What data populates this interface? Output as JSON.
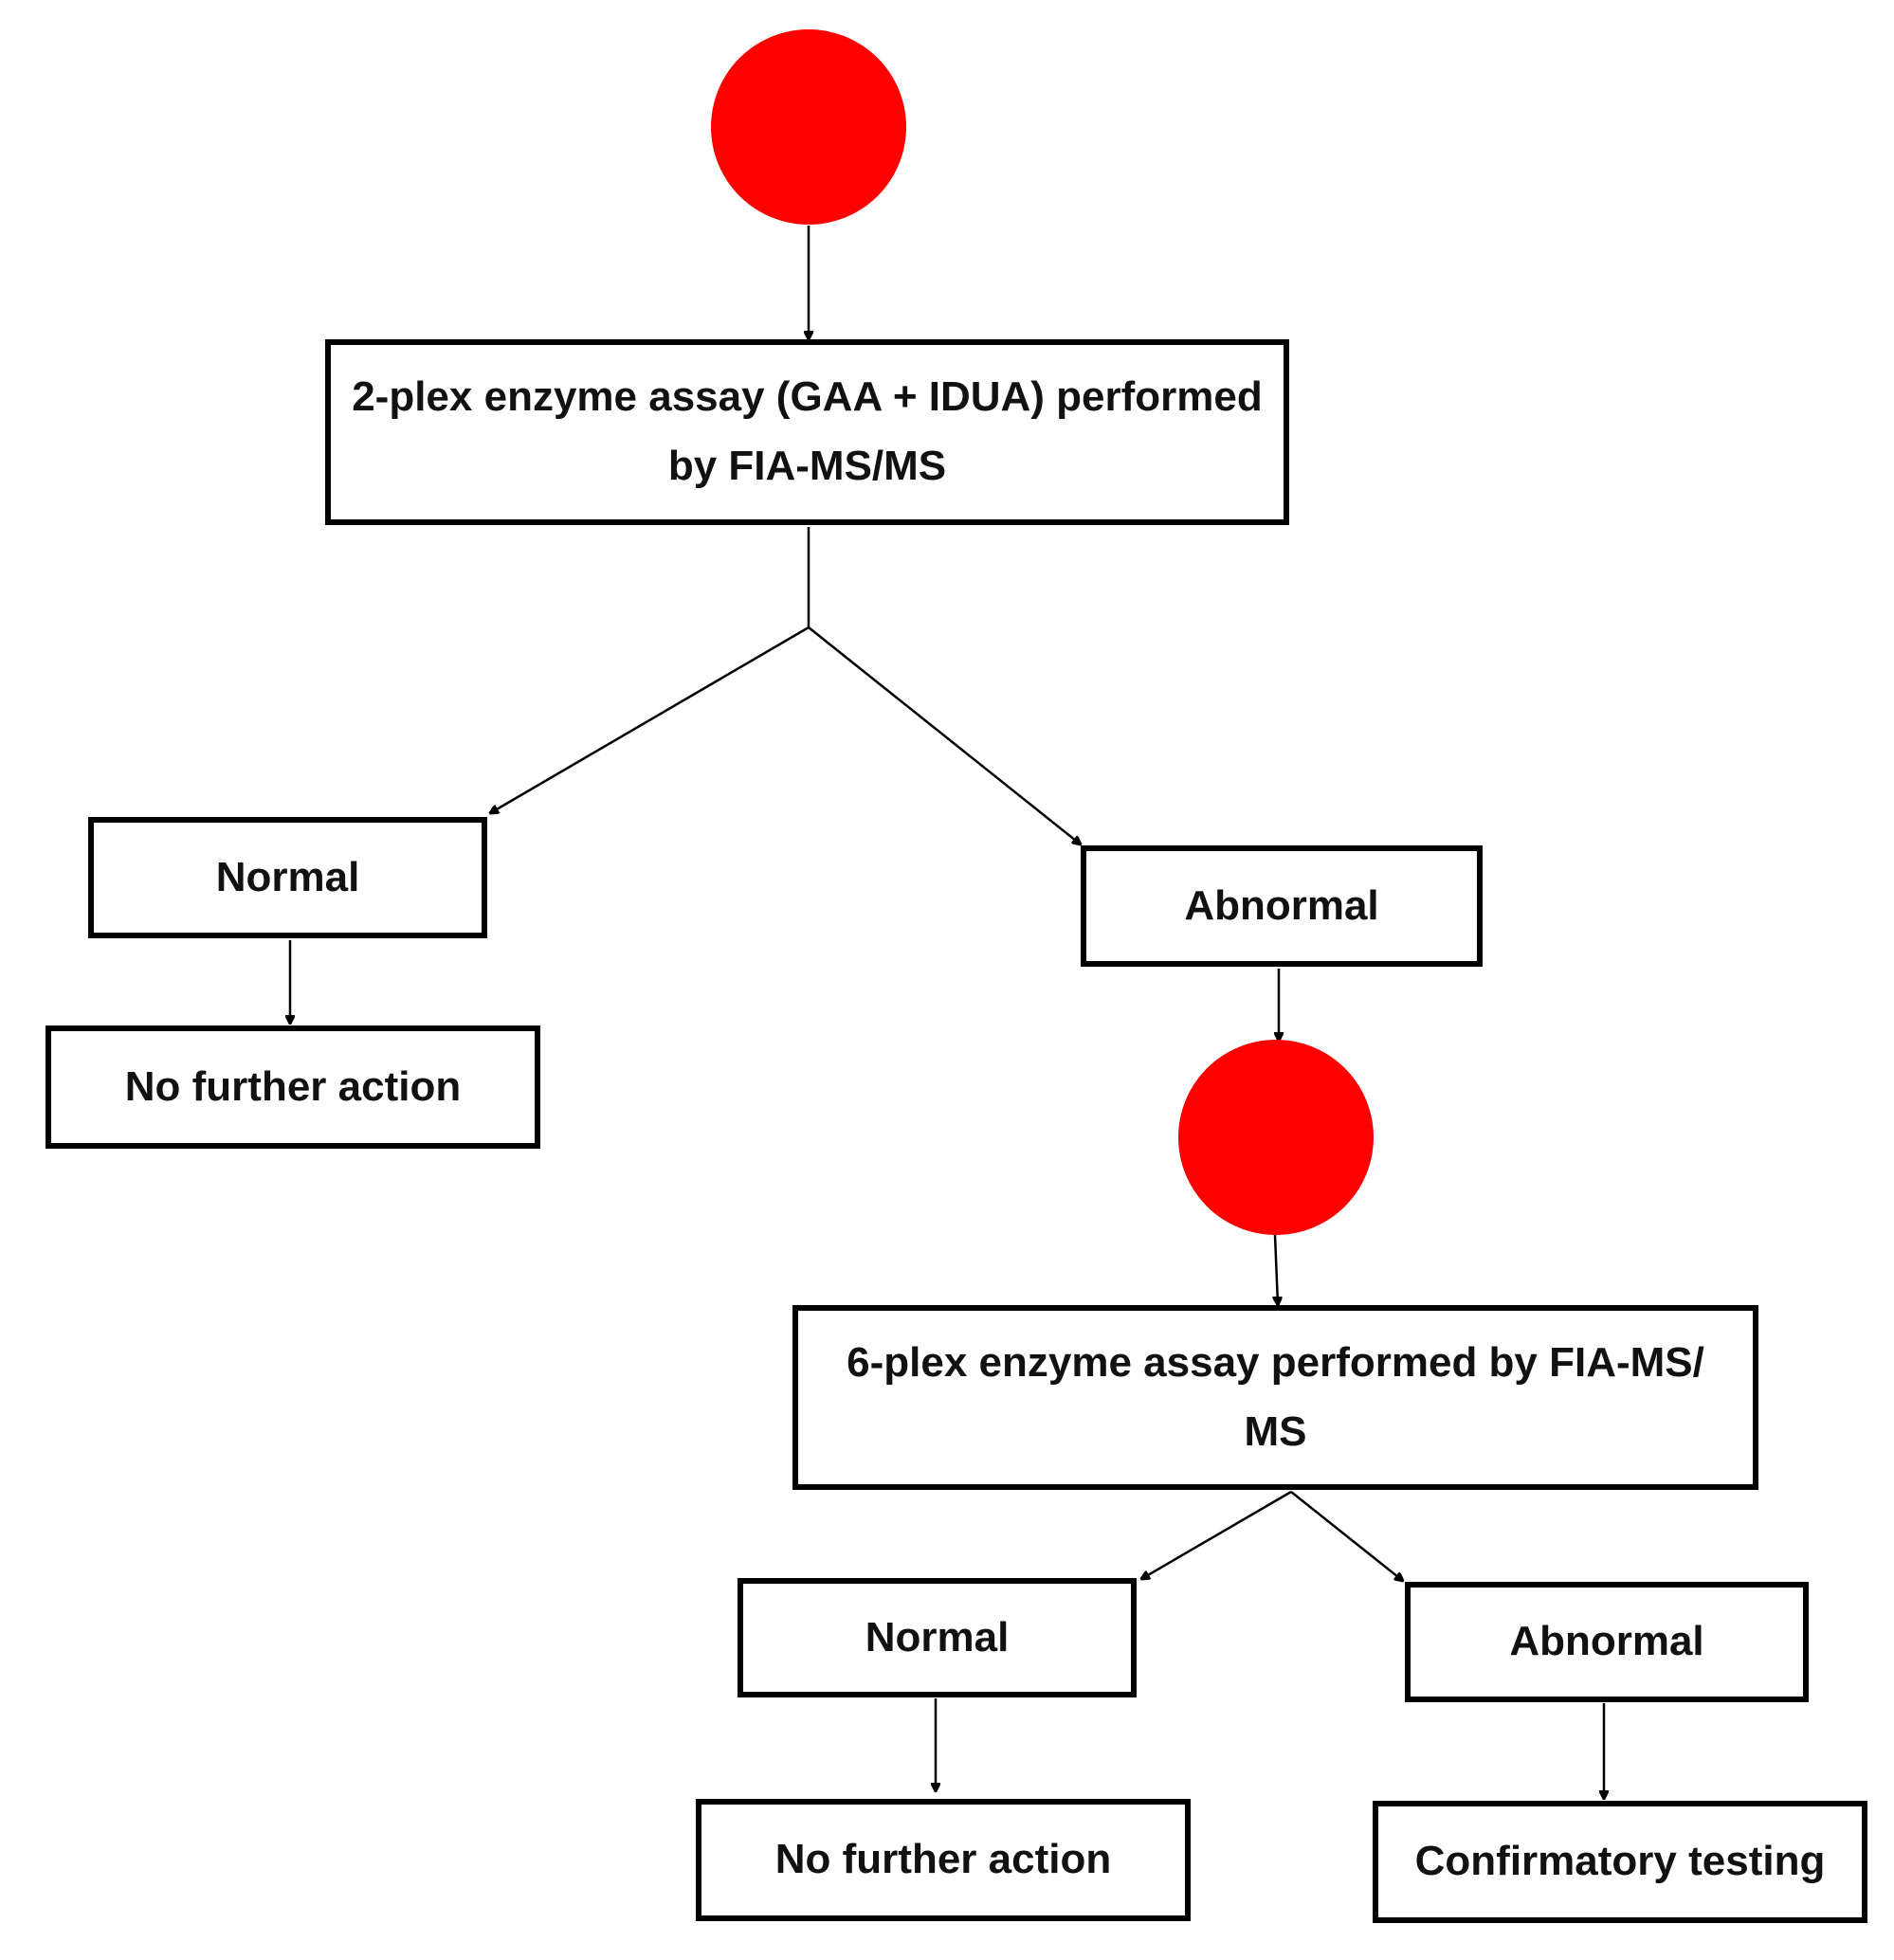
{
  "colors": {
    "start_node": "#ff0000",
    "stroke": "#000000",
    "text": "#111111",
    "background": "#ffffff"
  },
  "nodes": {
    "start_1": {
      "shape": "circle"
    },
    "assay_2plex": {
      "label": "2-plex enzyme assay (GAA + IDUA) performed by FIA-MS/MS"
    },
    "normal_1": {
      "label": "Normal"
    },
    "no_action_1": {
      "label": "No further action"
    },
    "abnormal_1": {
      "label": "Abnormal"
    },
    "start_2": {
      "shape": "circle"
    },
    "assay_6plex": {
      "label": "6-plex enzyme assay performed by FIA-MS/ MS"
    },
    "normal_2": {
      "label": "Normal"
    },
    "no_action_2": {
      "label": "No further action"
    },
    "abnormal_2": {
      "label": "Abnormal"
    },
    "confirmatory": {
      "label": "Confirmatory testing"
    }
  },
  "edges": [
    {
      "from": "start_1",
      "to": "assay_2plex"
    },
    {
      "from": "assay_2plex",
      "to": "normal_1"
    },
    {
      "from": "assay_2plex",
      "to": "abnormal_1"
    },
    {
      "from": "normal_1",
      "to": "no_action_1"
    },
    {
      "from": "abnormal_1",
      "to": "start_2"
    },
    {
      "from": "start_2",
      "to": "assay_6plex"
    },
    {
      "from": "assay_6plex",
      "to": "normal_2"
    },
    {
      "from": "assay_6plex",
      "to": "abnormal_2"
    },
    {
      "from": "normal_2",
      "to": "no_action_2"
    },
    {
      "from": "abnormal_2",
      "to": "confirmatory"
    }
  ]
}
